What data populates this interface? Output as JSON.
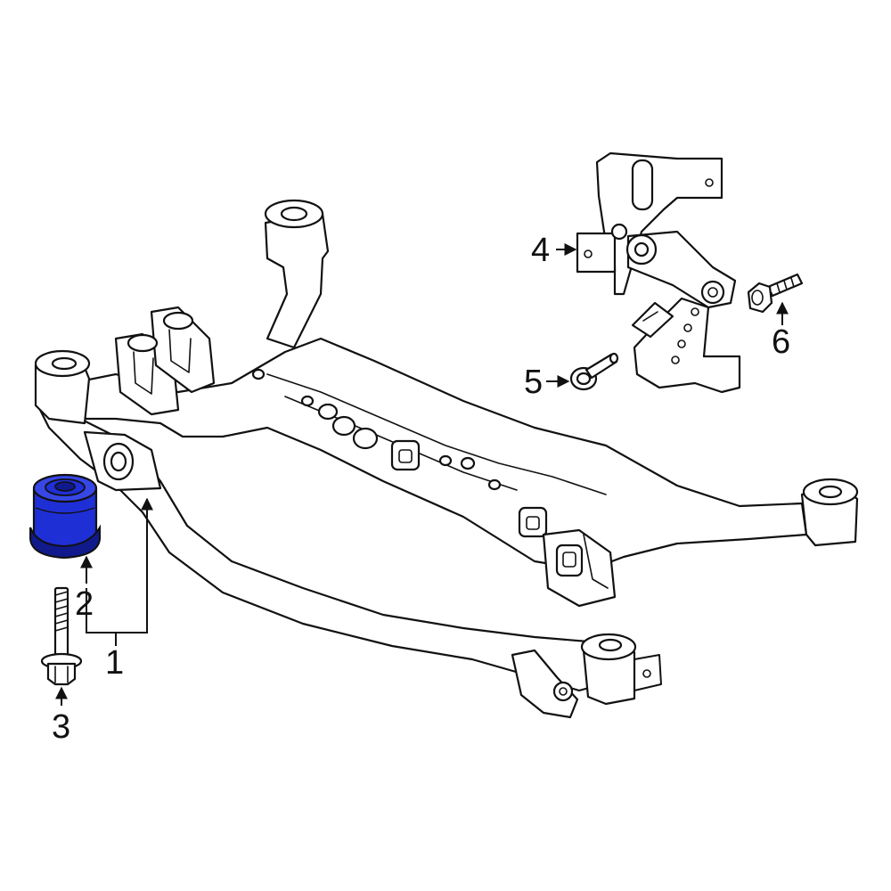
{
  "colors": {
    "line": "#111111",
    "background": "#ffffff",
    "highlight": "#1f2fd6",
    "highlight_dark": "#101a8c"
  },
  "callouts": [
    {
      "id": "1",
      "label": "1"
    },
    {
      "id": "2",
      "label": "2"
    },
    {
      "id": "3",
      "label": "3"
    },
    {
      "id": "4",
      "label": "4"
    },
    {
      "id": "5",
      "label": "5"
    },
    {
      "id": "6",
      "label": "6"
    }
  ],
  "highlighted_part": "2"
}
